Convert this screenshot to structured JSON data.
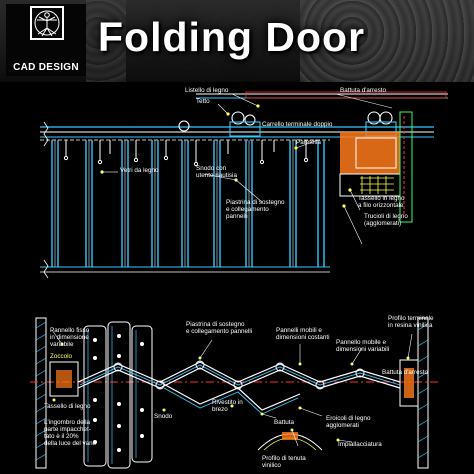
{
  "header": {
    "title": "Folding Door",
    "logo_text": "CAD DESIGN"
  },
  "elevation": {
    "labels": {
      "a": "Listello di legno",
      "b": "Tetto",
      "c": "Vetri da legno",
      "d": "Snodo con\nutente riautisia",
      "e": "Carrello terminale doppio",
      "f": "Paretella",
      "g": "Piastrina di sostegno\ne collegamento\npannelli",
      "h": "Battuta d'arresto",
      "i": "Tassello in legno\na filo orizzontale",
      "j": "Trucioli di legno\n(agglomerati)"
    }
  },
  "plan": {
    "labels": {
      "a": "Pannello fisso\nin dimensione\nvariabile",
      "b": "Zoccolo",
      "c": "Piastrina di sostegno\ne collegamento pannelli",
      "d": "Pannelli mobili e\ndimensioni costanti",
      "e": "Pannello mobile e\ndimensioni variabili",
      "f": "Profilo terminale\nin resina vinilica",
      "g": "Battuta d'arresto",
      "h": "Tassello di legno",
      "i": "L'ingombro della\nparte impacchet-\ntato è il 20%\ndella luce del vano",
      "j": "Snodo",
      "k": "Rivestito in\nbrezo",
      "l": "Battuta",
      "m": "Eroicoli di legno\nagglomerati",
      "n": "Profilo di tenuta\nvinilico",
      "o": "Impiallacciatura"
    }
  },
  "colors": {
    "cyan": "#35c8ff",
    "white": "#ffffff",
    "yellow": "#ffff44",
    "orange": "#ff9a2a",
    "red": "#ff3030",
    "green": "#30ff60"
  }
}
